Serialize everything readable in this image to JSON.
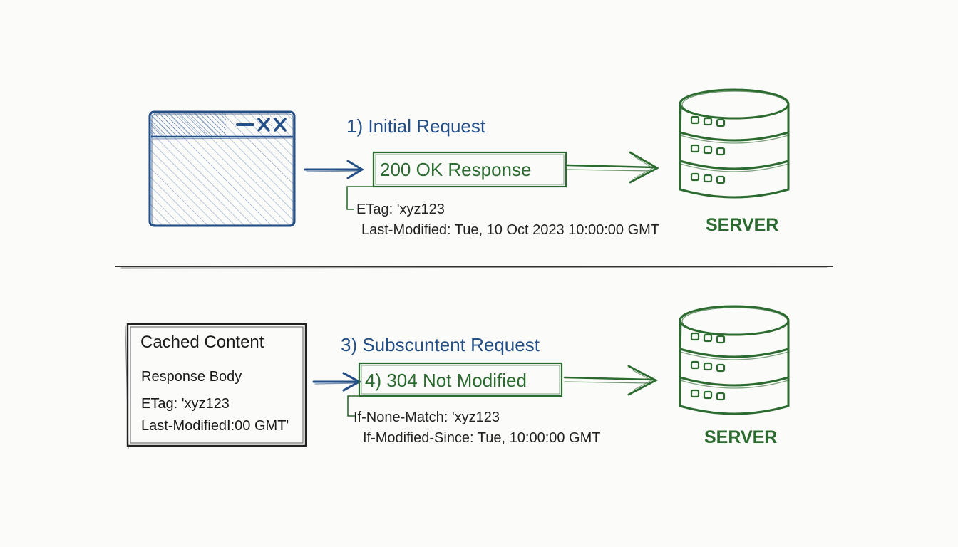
{
  "colors": {
    "request_blue": "#234e86",
    "response_green": "#2c6b2f",
    "ink": "#222222",
    "divider": "#333333"
  },
  "icons": {
    "browser": "browser-window-icon",
    "server": "server-stack-icon",
    "arrow": "arrow-right-icon"
  },
  "top": {
    "step_title": "1) Initial Request",
    "response_label": "200 OK Response",
    "headers": [
      "ETag: 'xyz123",
      "Last-Modified: Tue, 10 Oct 2023 10:00:00 GMT"
    ],
    "server_label": "SERVER"
  },
  "bottom": {
    "cache": {
      "title": "Cached Content",
      "lines": [
        "Response Body",
        "ETag: 'xyz123",
        "Last-ModifiedI:00 GMT'"
      ]
    },
    "step_title": "3) Subscuntent Request",
    "response_label": "4) 304 Not Modified",
    "headers": [
      "If-None-Match: 'xyz123",
      "If-Modified-Since: Tue, 10:00:00 GMT"
    ],
    "server_label": "SERVER"
  }
}
